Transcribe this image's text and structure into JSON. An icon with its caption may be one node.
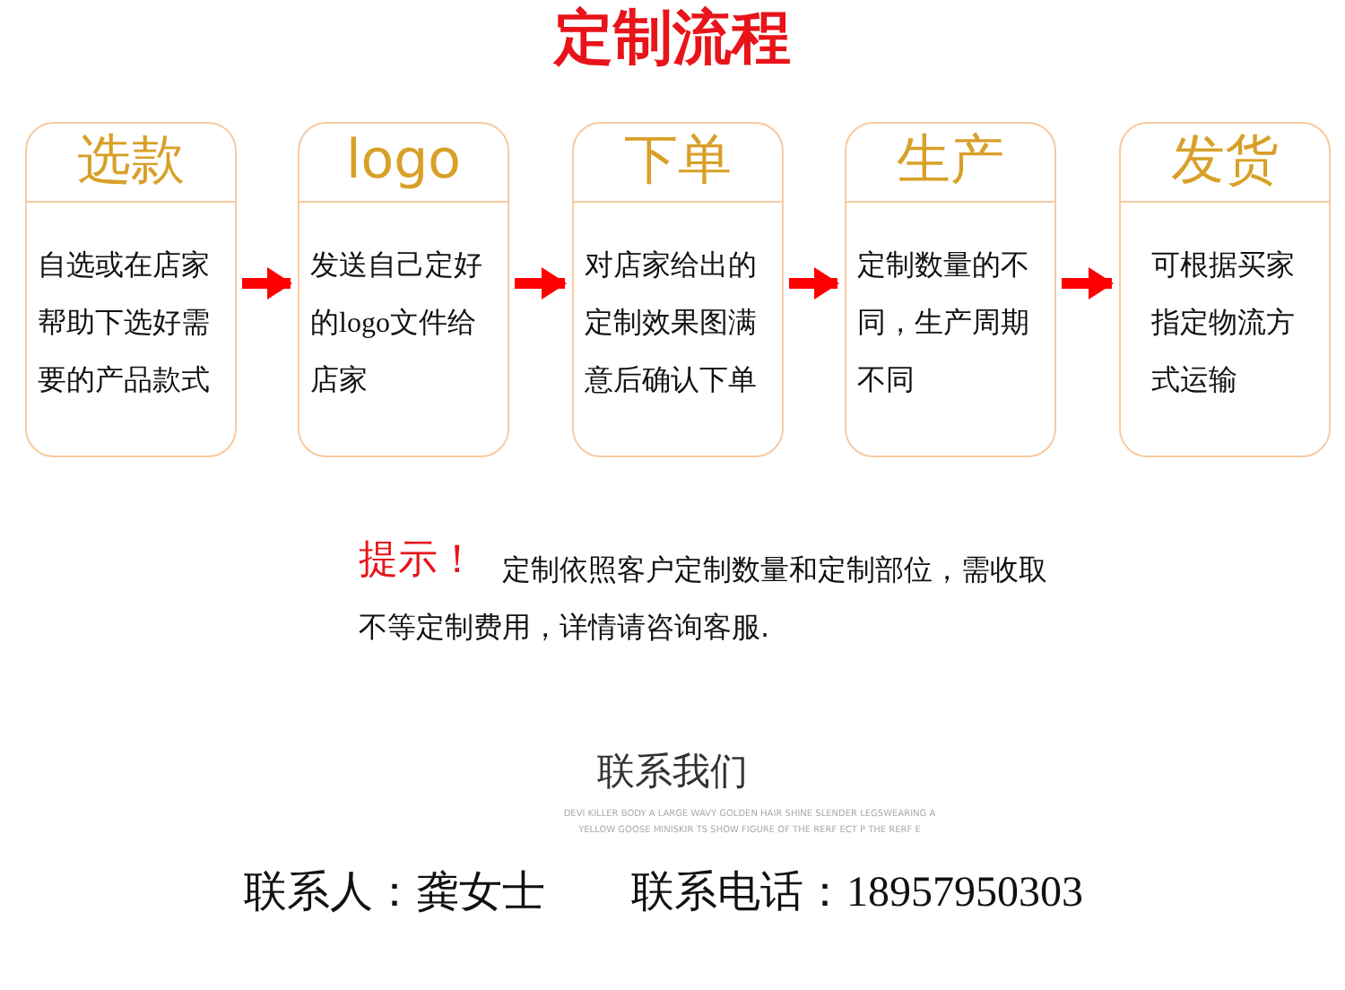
{
  "diagram": {
    "title": "定制流程",
    "nodes": [
      {
        "text": [
          "选款",
          "自选或在店家帮助下选好需要的产品款式"
        ]
      },
      {
        "text": [
          "logo",
          "发送自己定好的logo文件给店家"
        ]
      },
      {
        "text": [
          "下单",
          "对店家给出的定制效果图满意后确认下单"
        ]
      },
      {
        "text": [
          "生产",
          "定制数量的不同，生产周期不同"
        ]
      },
      {
        "text": [
          "发货",
          "可根据买家指定物流方式运输"
        ]
      }
    ],
    "edges": [
      {
        "from": 0,
        "to": 1,
        "arrow": "to"
      },
      {
        "from": 1,
        "to": 2,
        "arrow": "to"
      },
      {
        "from": 2,
        "to": 3,
        "arrow": "to"
      },
      {
        "from": 3,
        "to": 4,
        "arrow": "to"
      }
    ],
    "labels": [
      "提示！",
      "定制依照客户定制数量和定制部位，需收取不等定制费用，详情请咨询客服.",
      "联系我们",
      "DEVI KILLER BODY A LARGE WAVY GOLDEN HAIR SHINE SLENDER LEGSWEARING A YELLOW GOOSE MINISKIR TS SHOW FIGURE OF THE RERF ECT P THE RERF E",
      "联系人：龚女士",
      "联系电话：18957950303"
    ]
  }
}
